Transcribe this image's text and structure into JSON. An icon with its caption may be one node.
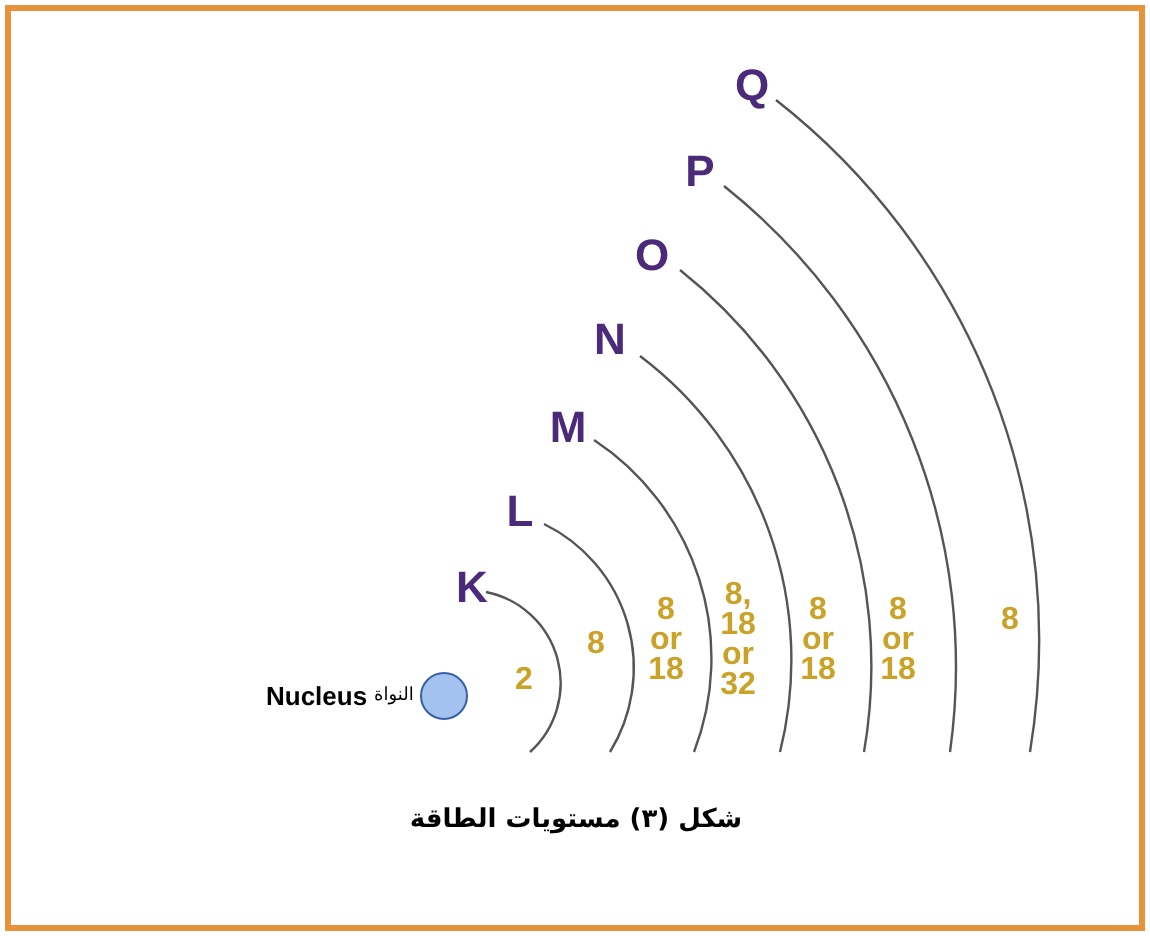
{
  "diagram": {
    "caption": "شكل (٣) مستويات الطاقة",
    "nodes": [
      {
        "text": [],
        "shape": "circle",
        "beside": [
          "Nucleus",
          "النواة"
        ]
      }
    ],
    "labels": [
      "Q",
      "P",
      "O",
      "N",
      "M",
      "L",
      "K",
      "2",
      "8",
      "8 or 18",
      "8, 18 or 32",
      "8 or 18",
      "8 or 18",
      "8"
    ]
  }
}
